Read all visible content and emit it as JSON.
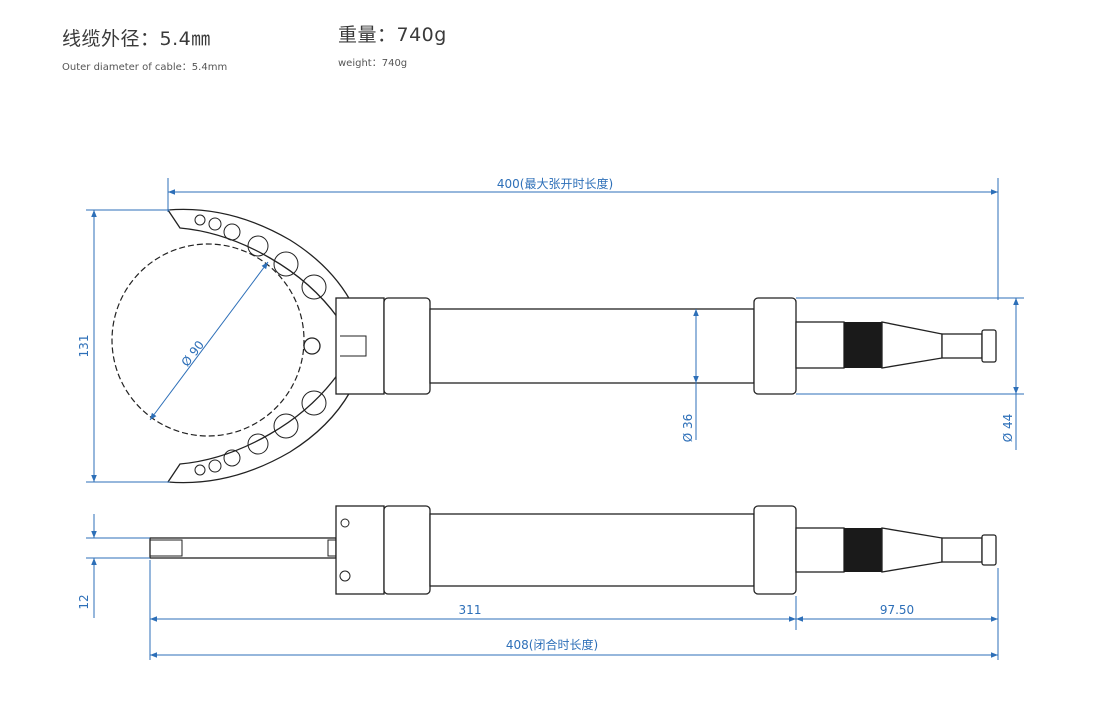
{
  "specs": {
    "cable_cn": "线缆外径：5.4㎜",
    "cable_en": "Outer diameter of cable：5.4mm",
    "weight_cn": "重量：740g",
    "weight_en": "weight：740g"
  },
  "dimensions": {
    "max_open_length": "400(最大张开时长度)",
    "height": "131",
    "jaw_diameter": "Ø 90",
    "tube_diameter": "Ø 36",
    "end_diameter": "Ø 44",
    "jaw_thickness": "12",
    "body_length": "311",
    "tail_length": "97.50",
    "closed_length": "408(闭合时长度)"
  },
  "colors": {
    "dimension": "#2d6fb8",
    "outline": "#222222",
    "knurl": "#1a1a1a"
  }
}
